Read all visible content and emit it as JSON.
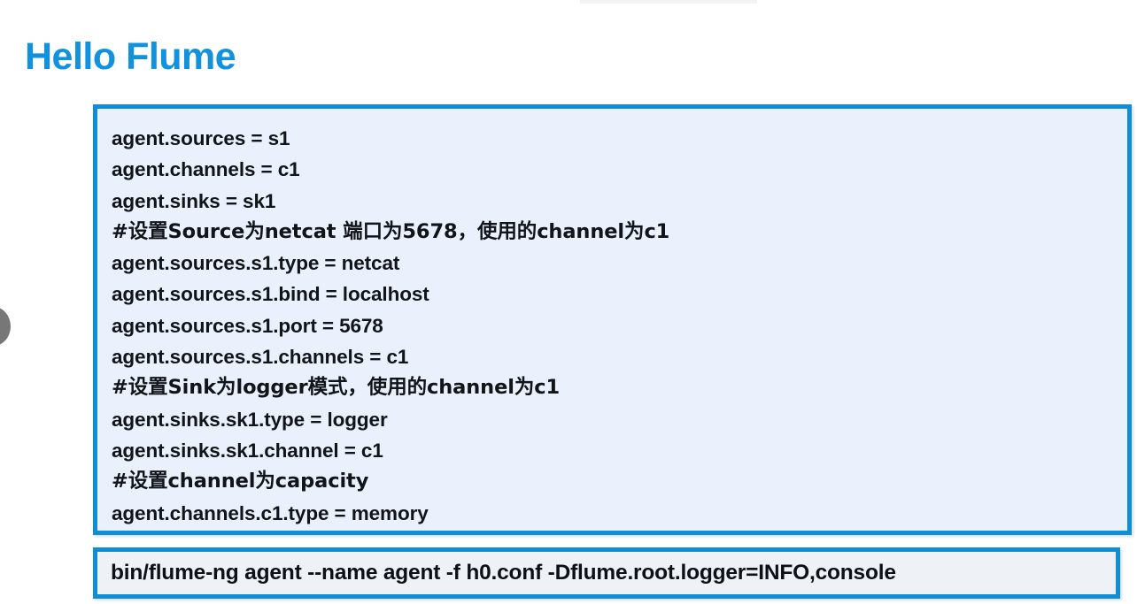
{
  "slide": {
    "title": "Hello Flume",
    "title_color": "#1291dd",
    "accent_border_color": "#0f8ed6",
    "code_background": "#eaf1fd",
    "command_background": "#eef2f7",
    "page_background": "#ffffff"
  },
  "code_block": {
    "lines": [
      {
        "text": "agent.sources = s1",
        "cjk": false
      },
      {
        "text": "agent.channels = c1",
        "cjk": false
      },
      {
        "text": "agent.sinks = sk1",
        "cjk": false
      },
      {
        "text": "#设置Source为netcat 端口为5678，使用的channel为c1",
        "cjk": true
      },
      {
        "text": "agent.sources.s1.type = netcat",
        "cjk": false
      },
      {
        "text": "agent.sources.s1.bind = localhost",
        "cjk": false
      },
      {
        "text": "agent.sources.s1.port = 5678",
        "cjk": false
      },
      {
        "text": "agent.sources.s1.channels = c1",
        "cjk": false
      },
      {
        "text": "#设置Sink为logger模式，使用的channel为c1",
        "cjk": true
      },
      {
        "text": "agent.sinks.sk1.type = logger",
        "cjk": false
      },
      {
        "text": "agent.sinks.sk1.channel = c1",
        "cjk": false
      },
      {
        "text": "#设置channel为capacity",
        "cjk": true
      },
      {
        "text": "agent.channels.c1.type = memory",
        "cjk": false
      }
    ]
  },
  "command_block": {
    "command": "bin/flume-ng agent --name agent -f h0.conf -Dflume.root.logger=INFO,console"
  },
  "overlay": {
    "prev_control": "previous-slide-control"
  }
}
